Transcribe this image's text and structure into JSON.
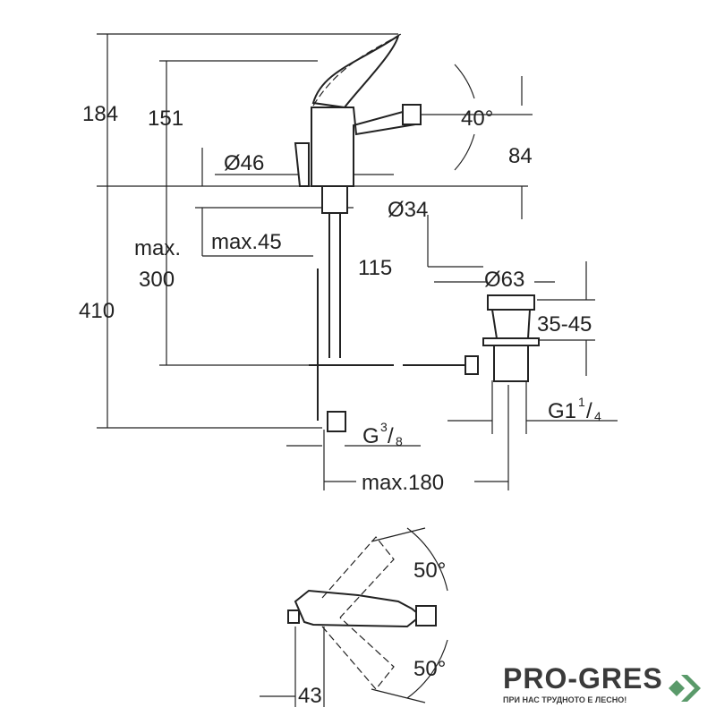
{
  "dimensions": {
    "total_height": "184",
    "spout_height": "151",
    "base_diameter": "Ø46",
    "swivel_angle": "40°",
    "outlet_height": "84",
    "hole_diameter": "Ø34",
    "max_deck": "max.45",
    "max_label": "max.",
    "max_value": "300",
    "total_length": "410",
    "spout_reach": "115",
    "waste_diameter": "Ø63",
    "waste_range": "35-45",
    "waste_thread": "G1",
    "waste_thread_num": "1",
    "waste_thread_den": "4",
    "supply_thread": "G",
    "supply_thread_num": "3",
    "supply_thread_den": "8",
    "max_distance": "max.180",
    "lever_angle_top": "50°",
    "lever_angle_bottom": "50°",
    "lever_offset": "43"
  },
  "logo": {
    "name": "PRO-GRES",
    "tagline": "ПРИ НАС ТРУДНОТО Е ЛЕСНО!",
    "color": "#5a9a6a"
  }
}
